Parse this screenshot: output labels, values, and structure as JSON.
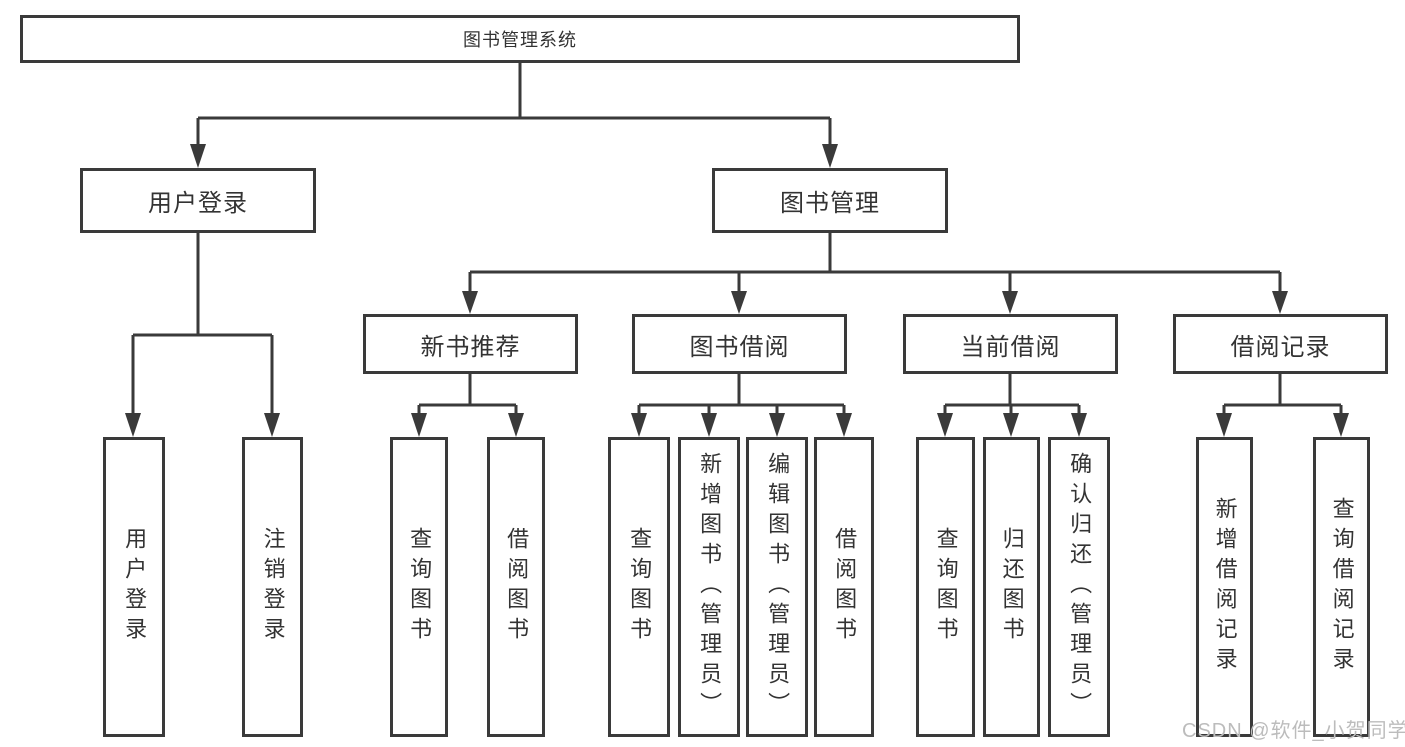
{
  "tree": {
    "root": "图书管理系统",
    "children": [
      {
        "label": "用户登录",
        "children": [
          {
            "label": "用户登录"
          },
          {
            "label": "注销登录"
          }
        ]
      },
      {
        "label": "图书管理",
        "children": [
          {
            "label": "新书推荐",
            "children": [
              {
                "label": "查询图书"
              },
              {
                "label": "借阅图书"
              }
            ]
          },
          {
            "label": "图书借阅",
            "children": [
              {
                "label": "查询图书"
              },
              {
                "label": "新增图书（管理员）"
              },
              {
                "label": "编辑图书（管理员）"
              },
              {
                "label": "借阅图书"
              }
            ]
          },
          {
            "label": "当前借阅",
            "children": [
              {
                "label": "查询图书"
              },
              {
                "label": "归还图书"
              },
              {
                "label": "确认归还（管理员）"
              }
            ]
          },
          {
            "label": "借阅记录",
            "children": [
              {
                "label": "新增借阅记录"
              },
              {
                "label": "查询借阅记录"
              }
            ]
          }
        ]
      }
    ]
  },
  "watermark": "CSDN @软件_小贺同学",
  "colors": {
    "line": "#3a3a3a",
    "text": "#333333",
    "background": "#ffffff",
    "watermark": "#bcbcbc"
  }
}
